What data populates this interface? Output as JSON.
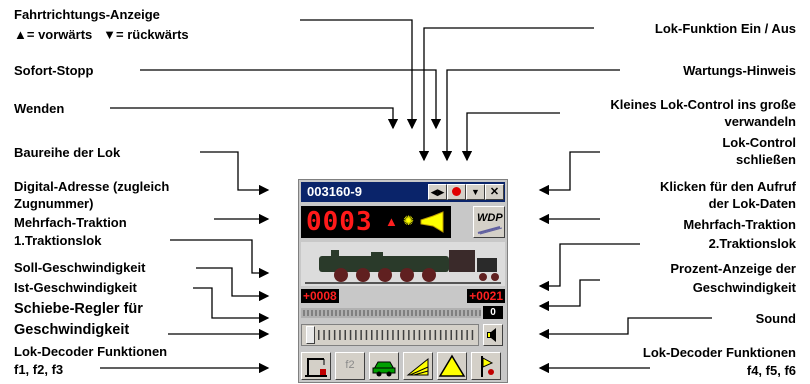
{
  "annotations": {
    "direction_title": "Fahrtrichtungs-Anzeige",
    "direction_legend_fwd": "= vorwärts",
    "direction_legend_rev": "= rückwärts",
    "sofort_stopp": "Sofort-Stopp",
    "wenden": "Wenden",
    "baureihe": "Baureihe der Lok",
    "digital_adresse_1": "Digital-Adresse (zugleich",
    "digital_adresse_2": "Zugnummer)",
    "mehrfach_traktion_left_1": "Mehrfach-Traktion",
    "mehrfach_traktion_left_2": "1.Traktionslok",
    "soll_geschw": "Soll-Geschwindigkeit",
    "ist_geschw": "Ist-Geschwindigkeit",
    "schiebe_regler_1": "Schiebe-Regler für",
    "schiebe_regler_2": "Geschwindigkeit",
    "decoder_left_1": "Lok-Decoder Funktionen",
    "decoder_left_2": "f1, f2, f3",
    "lok_funktion": "Lok-Funktion Ein / Aus",
    "wartungs": "Wartungs-Hinweis",
    "kleines_1": "Kleines Lok-Control ins große",
    "kleines_2": "verwandeln",
    "schliessen_1": "Lok-Control",
    "schliessen_2": "schließen",
    "klicken_1": "Klicken für den Aufruf",
    "klicken_2": "der Lok-Daten",
    "mehrfach_traktion_right_1": "Mehrfach-Traktion",
    "mehrfach_traktion_right_2": "2.Traktionslok",
    "prozent_1": "Prozent-Anzeige der",
    "prozent_2": "Geschwindigkeit",
    "sound": "Sound",
    "decoder_right_1": "Lok-Decoder Funktionen",
    "decoder_right_2": "f4, f5, f6"
  },
  "widget": {
    "loco_series": "003160-9",
    "address": "0003",
    "maintenance_label": "WDP",
    "target_speed": "+0008",
    "actual_speed": "+0021",
    "speed_percent": "0",
    "speed_slider_fraction": 0.0,
    "function_f2_label": "f2",
    "colors": {
      "titlebar": "#0a246a",
      "display_bg": "#000000",
      "display_digits": "#ff1a1a",
      "stop_red": "#e00000",
      "warning_yellow": "#ffff00"
    },
    "icons": [
      "direction-toggle-icon",
      "stop-icon",
      "expand-icon",
      "close-icon",
      "direction-forward-icon",
      "light-function-icon",
      "horn-icon",
      "speaker-icon",
      "crane-icon",
      "car-icon",
      "ramp-icon",
      "warning-triangle-icon",
      "signal-icon"
    ]
  }
}
